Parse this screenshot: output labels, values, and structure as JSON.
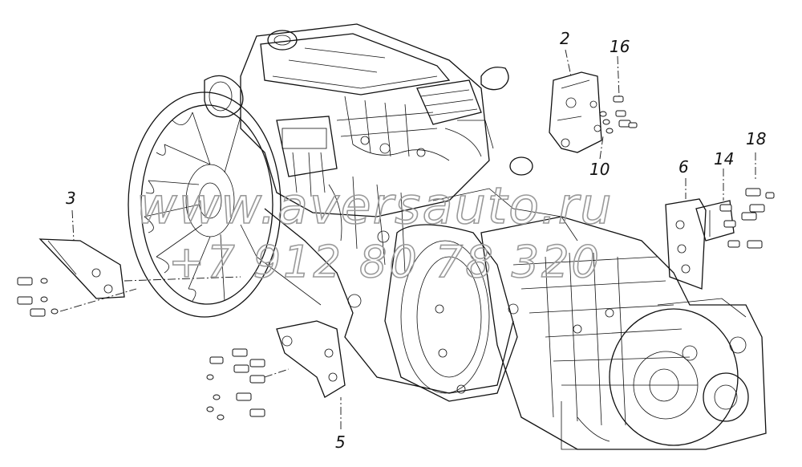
{
  "callouts": {
    "c2": "2",
    "c3": "3",
    "c5": "5",
    "c6": "6",
    "c10": "10",
    "c14": "14",
    "c16": "16",
    "c18": "18"
  },
  "watermark": {
    "site": "www.aversauto.ru",
    "phone": "+7 912 80 78 320"
  }
}
